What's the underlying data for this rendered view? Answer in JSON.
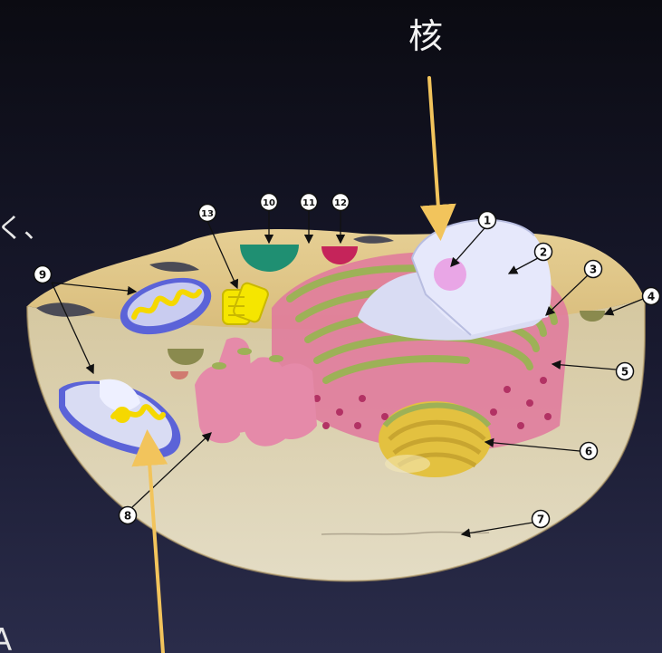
{
  "slide": {
    "title_label": "核",
    "accent_arrow_color": "#f2c45c",
    "background_top": "#0b0b12",
    "background_bottom": "#2a2c4a"
  },
  "diagram": {
    "callouts": [
      "1",
      "2",
      "3",
      "4",
      "5",
      "6",
      "7",
      "8",
      "9",
      "10",
      "11",
      "12",
      "13"
    ],
    "edge_text": [
      "く、",
      "A"
    ]
  }
}
